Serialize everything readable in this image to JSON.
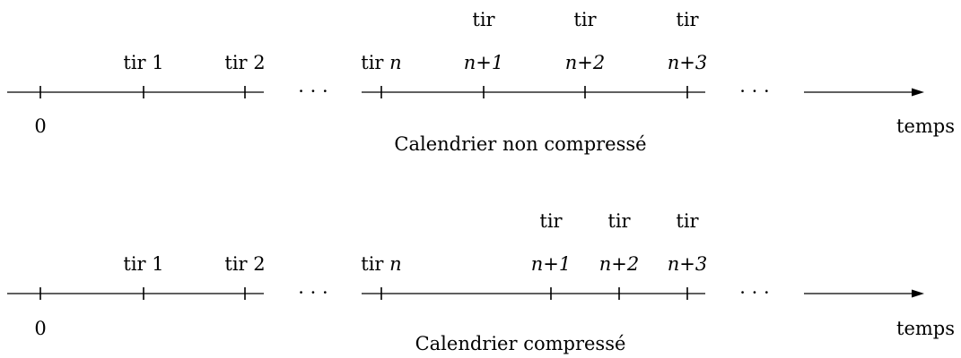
{
  "timelines": [
    {
      "caption": "Calendrier non compressé",
      "origin": "0",
      "axis_label": "temps",
      "ellipsis": "· · ·",
      "ticks": [
        {
          "line1": "tir 1",
          "line2": "",
          "pos": 1
        },
        {
          "line1": "tir 2",
          "line2": "",
          "pos": 2
        },
        {
          "line1": "tir",
          "line1_var": "n",
          "line2": "",
          "pos": 3
        },
        {
          "line1": "tir",
          "line2": "n+1",
          "pos": 4
        },
        {
          "line1": "tir",
          "line2": "n+2",
          "pos": 5
        },
        {
          "line1": "tir",
          "line2": "n+3",
          "pos": 6
        }
      ]
    },
    {
      "caption": "Calendrier compressé",
      "origin": "0",
      "axis_label": "temps",
      "ellipsis": "· · ·",
      "ticks": [
        {
          "line1": "tir 1",
          "line2": "",
          "pos": 1
        },
        {
          "line1": "tir 2",
          "line2": "",
          "pos": 2
        },
        {
          "line1": "tir",
          "line1_var": "n",
          "line2": "",
          "pos": 3
        },
        {
          "line1": "tir",
          "line2": "n+1",
          "pos": 4
        },
        {
          "line1": "tir",
          "line2": "n+2",
          "pos": 5
        },
        {
          "line1": "tir",
          "line2": "n+3",
          "pos": 6
        }
      ]
    }
  ]
}
